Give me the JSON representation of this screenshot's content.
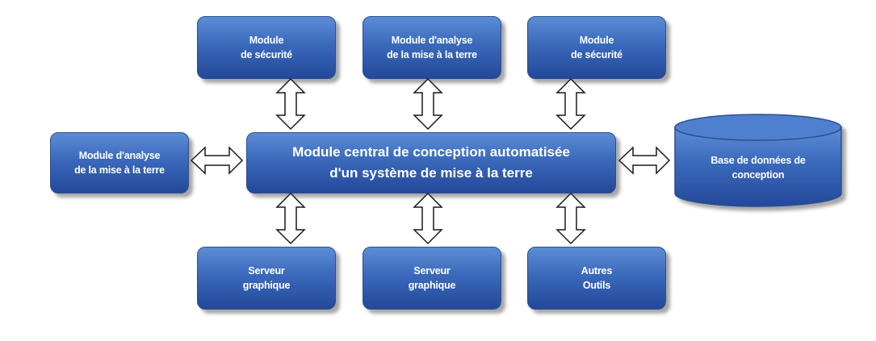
{
  "diagram": {
    "central": {
      "label": "Module central de conception automatisée\nd'un système de mise à la terre"
    },
    "top_modules": [
      {
        "label": "Module\nde sécurité"
      },
      {
        "label": "Module d'analyse\nde la mise à la terre"
      },
      {
        "label": "Module\nde sécurité"
      }
    ],
    "left_module": {
      "label": "Module d'analyse\nde la mise à la terre"
    },
    "database": {
      "label": "Base de données de\nconception"
    },
    "bottom_modules": [
      {
        "label": "Serveur\ngraphique"
      },
      {
        "label": "Serveur\ngraphique"
      },
      {
        "label": "Autres\nOutils"
      }
    ],
    "colors": {
      "box_top": "#5d8cd6",
      "box_bottom": "#24489a",
      "border": "#2b4f8c",
      "text": "#ffffff",
      "arrow_fill": "#ffffff",
      "arrow_stroke": "#1a1a1a"
    }
  }
}
